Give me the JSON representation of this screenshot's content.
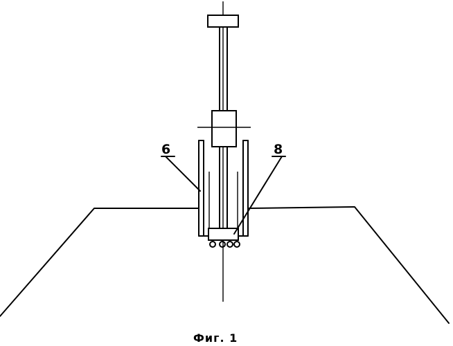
{
  "labels": {
    "part_6": "6",
    "part_8": "8"
  },
  "caption": "Фиг. 1"
}
